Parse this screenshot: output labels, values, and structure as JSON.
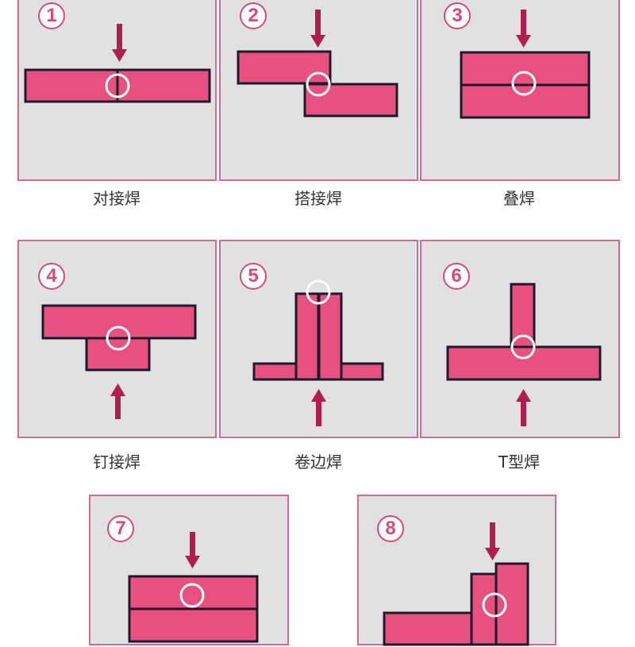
{
  "colors": {
    "panel_bg": "#e1e1e1",
    "panel_border": "#d46a93",
    "plate_fill": "#e8507f",
    "plate_outline": "#1e1a2a",
    "arrow": "#b01e4e",
    "weld_circle": "#ffffff",
    "badge": "#d94a7b"
  },
  "panels": [
    {
      "number": "1",
      "label": "对接焊"
    },
    {
      "number": "2",
      "label": "搭接焊"
    },
    {
      "number": "3",
      "label": "叠焊"
    },
    {
      "number": "4",
      "label": "钉接焊"
    },
    {
      "number": "5",
      "label": "卷边焊"
    },
    {
      "number": "6",
      "label": "T型焊"
    },
    {
      "number": "7",
      "label": ""
    },
    {
      "number": "8",
      "label": ""
    }
  ]
}
